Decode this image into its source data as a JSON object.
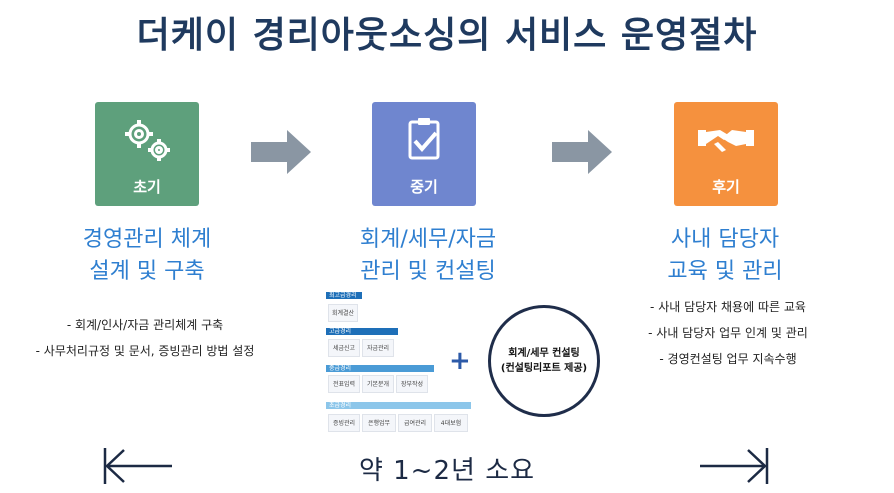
{
  "title": "더케이 경리아웃소싱의 서비스 운영절차",
  "stages": [
    {
      "label": "초기",
      "icon": "gears-icon",
      "color": "#5ea07c",
      "heading_line1": "경영관리 체계",
      "heading_line2": "설계 및 구축",
      "bullets": [
        "- 회계/인사/자금 관리체계 구축",
        "- 사무처리규정 및 문서, 증빙관리 방법 설정"
      ]
    },
    {
      "label": "중기",
      "icon": "clipboard-check-icon",
      "color": "#6f86cf",
      "heading_line1": "회계/세무/자금",
      "heading_line2": "관리 및 컨설팅"
    },
    {
      "label": "후기",
      "icon": "handshake-icon",
      "color": "#f5913e",
      "heading_line1": "사내 담당자",
      "heading_line2": "교육 및 관리",
      "bullets": [
        "- 사내 담당자 채용에 따른 교육",
        "- 사내 담당자 업무 인계 및 관리",
        "- 경영컨설팅 업무 지속수행"
      ]
    }
  ],
  "structure": {
    "tiers": [
      {
        "name": "최고급경리",
        "cells": [
          "회계결산"
        ]
      },
      {
        "name": "고급경리",
        "cells": [
          "세금신고",
          "자금관리"
        ]
      },
      {
        "name": "중급경리",
        "cells": [
          "전표입력",
          "기본분개",
          "장부작성"
        ]
      },
      {
        "name": "초급경리",
        "cells": [
          "증빙관리",
          "은행업무",
          "급여관리",
          "4대보험"
        ]
      }
    ]
  },
  "plus_sign": "+",
  "consulting_circle": {
    "line1": "회계/세무 컨설팅",
    "line2": "(컨설팅리포트 제공)"
  },
  "duration": "약  1~2년  소요",
  "colors": {
    "title": "#1f3a5f",
    "heading": "#2f7fd0",
    "arrow": "#8a96a3",
    "tier_bar": "#1e6fb8"
  }
}
